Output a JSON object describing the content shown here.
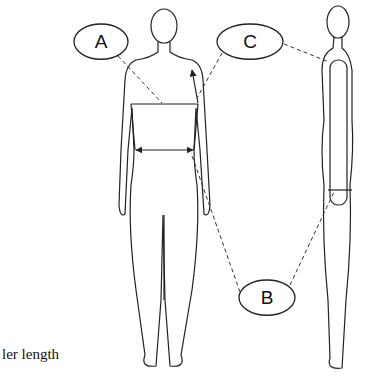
{
  "diagram": {
    "nodes": [
      {
        "text": [
          "A"
        ]
      },
      {
        "text": [
          "C"
        ]
      },
      {
        "text": [
          "B"
        ]
      }
    ],
    "labels": [
      "ler length"
    ]
  }
}
